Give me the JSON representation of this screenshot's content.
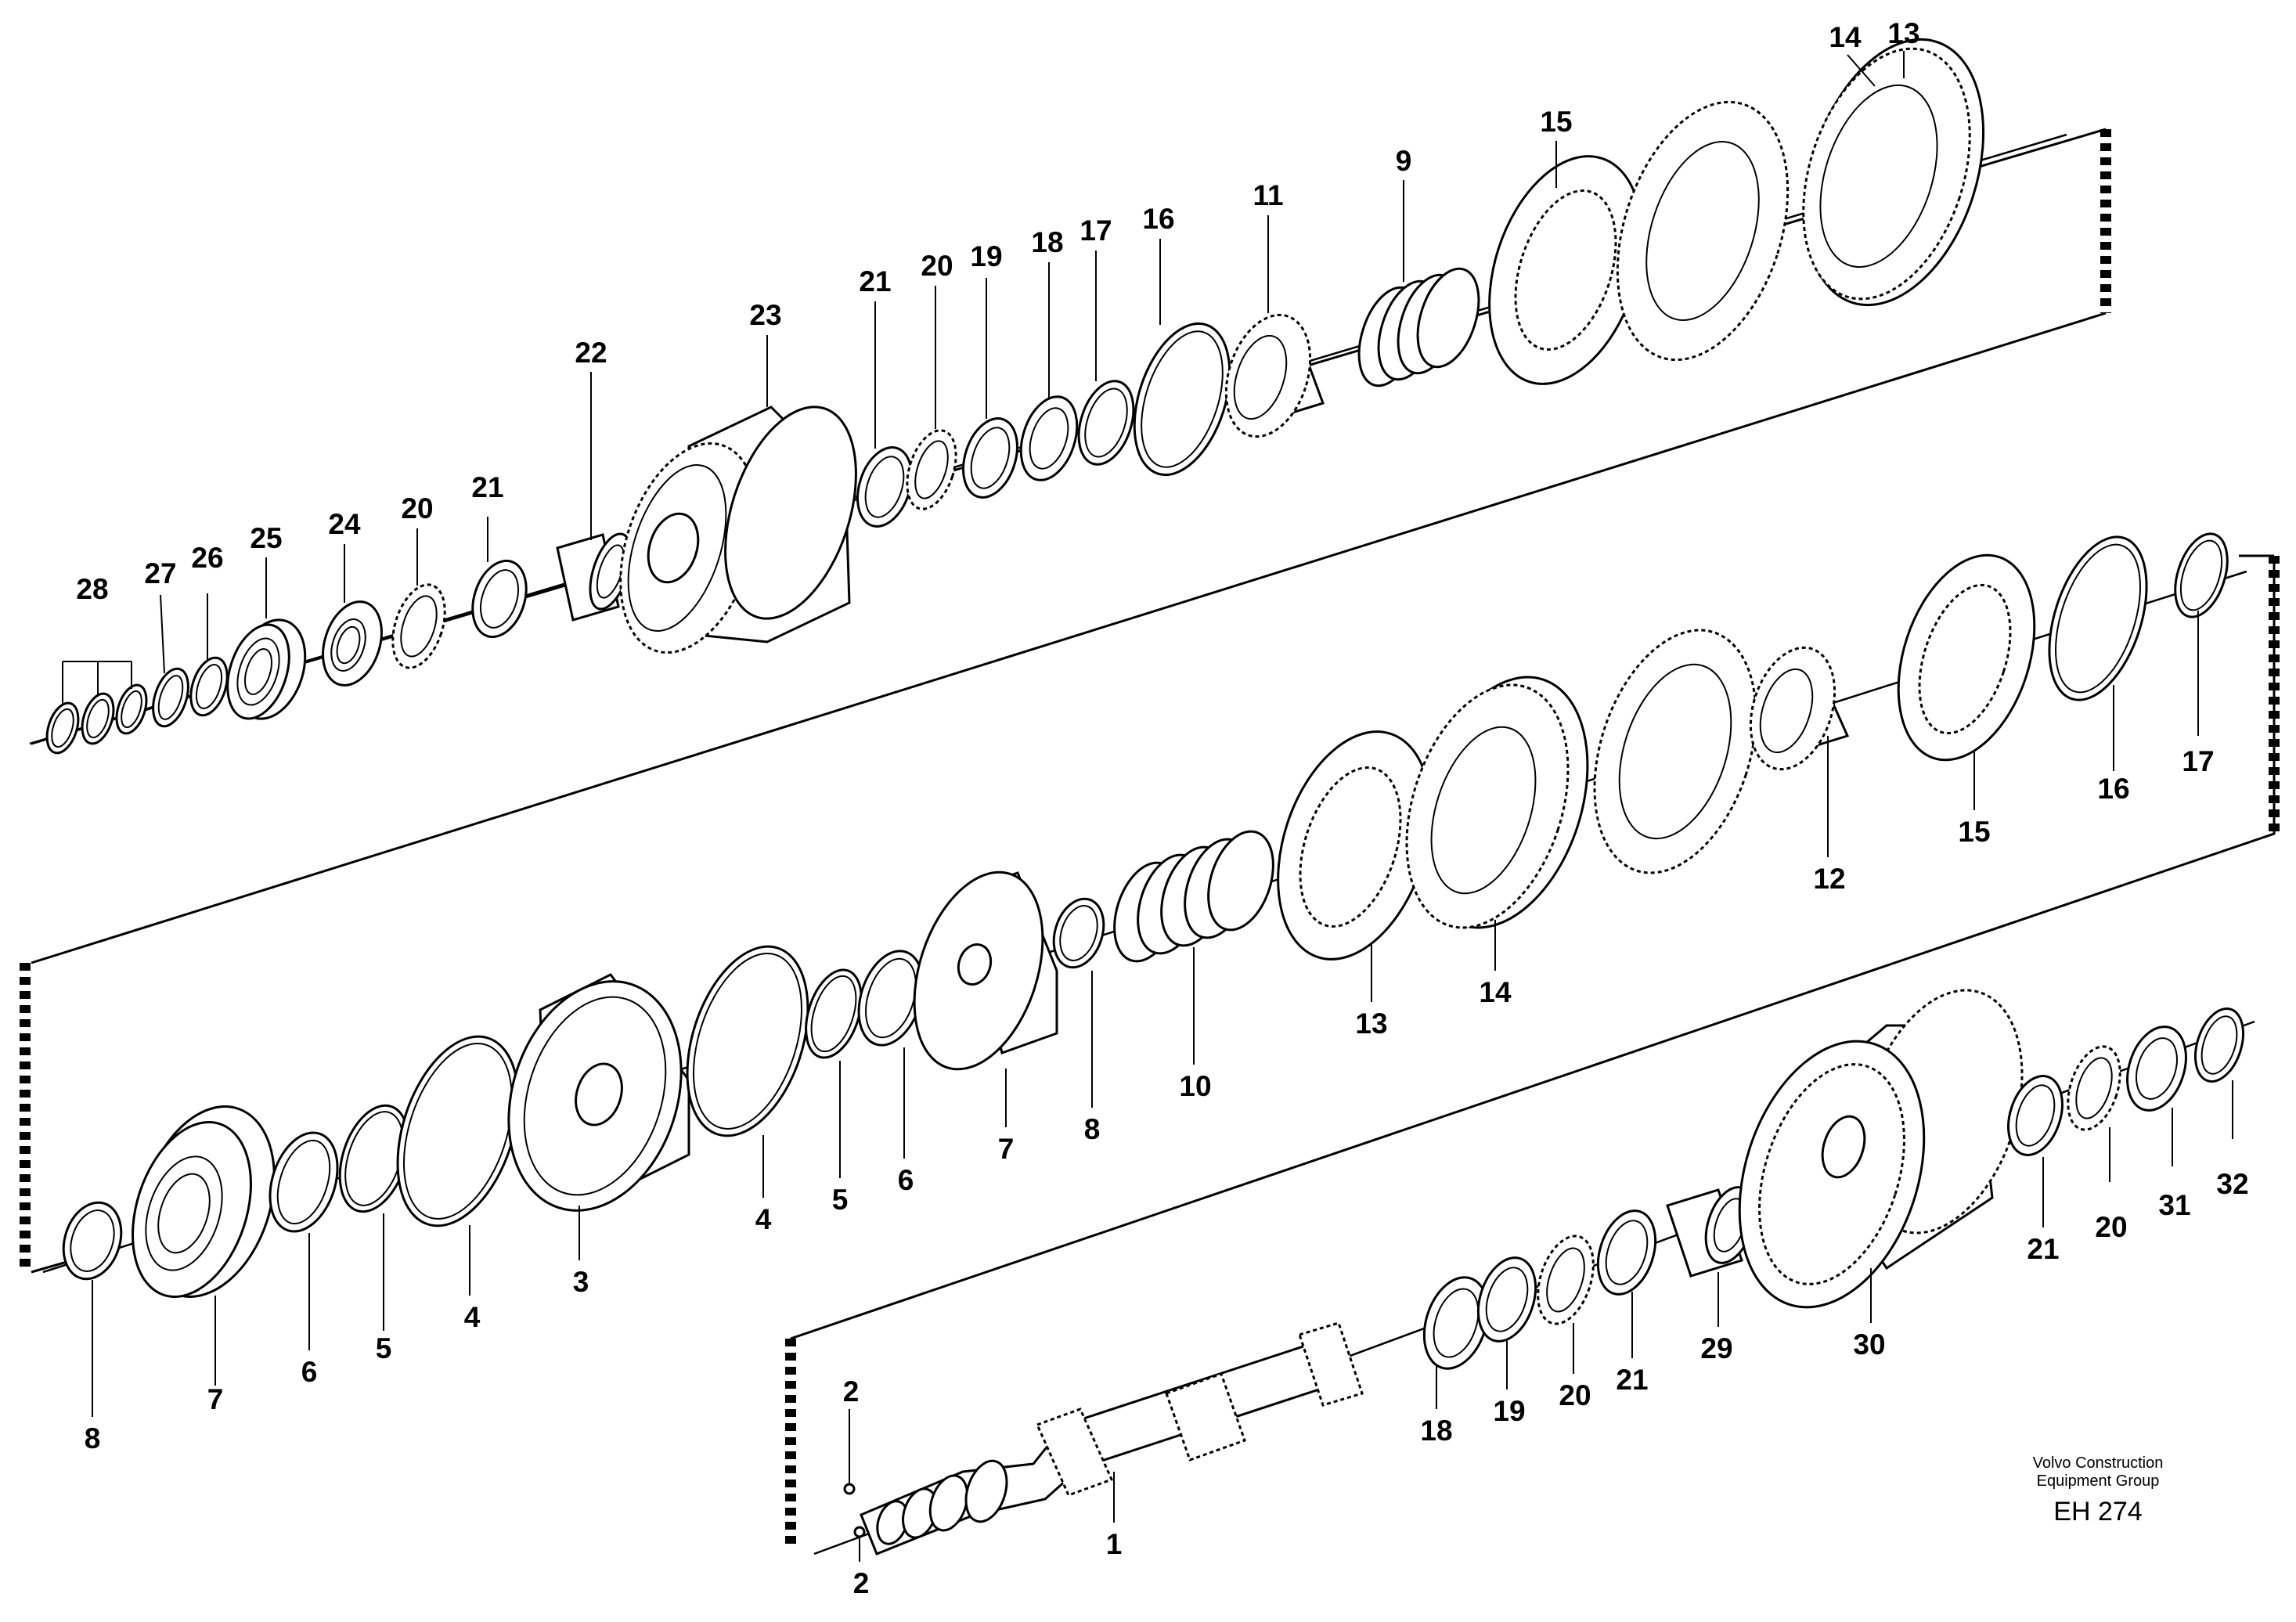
{
  "diagram": {
    "company_line1": "Volvo Construction",
    "company_line2": "Equipment Group",
    "drawing_code": "EH 274"
  },
  "callouts": [
    {
      "id": "c28",
      "text": "28"
    },
    {
      "id": "c27",
      "text": "27"
    },
    {
      "id": "c26",
      "text": "26"
    },
    {
      "id": "c25",
      "text": "25"
    },
    {
      "id": "c24",
      "text": "24"
    },
    {
      "id": "c20a",
      "text": "20"
    },
    {
      "id": "c21a",
      "text": "21"
    },
    {
      "id": "c22",
      "text": "22"
    },
    {
      "id": "c23",
      "text": "23"
    },
    {
      "id": "c21b",
      "text": "21"
    },
    {
      "id": "c20b",
      "text": "20"
    },
    {
      "id": "c19a",
      "text": "19"
    },
    {
      "id": "c18a",
      "text": "18"
    },
    {
      "id": "c17a",
      "text": "17"
    },
    {
      "id": "c16a",
      "text": "16"
    },
    {
      "id": "c11",
      "text": "11"
    },
    {
      "id": "c9",
      "text": "9"
    },
    {
      "id": "c15a",
      "text": "15"
    },
    {
      "id": "c14a",
      "text": "14"
    },
    {
      "id": "c13a",
      "text": "13"
    },
    {
      "id": "c8a",
      "text": "8"
    },
    {
      "id": "c7a",
      "text": "7"
    },
    {
      "id": "c6a",
      "text": "6"
    },
    {
      "id": "c5a",
      "text": "5"
    },
    {
      "id": "c4a",
      "text": "4"
    },
    {
      "id": "c3",
      "text": "3"
    },
    {
      "id": "c4b",
      "text": "4"
    },
    {
      "id": "c5b",
      "text": "5"
    },
    {
      "id": "c6b",
      "text": "6"
    },
    {
      "id": "c7b",
      "text": "7"
    },
    {
      "id": "c8b",
      "text": "8"
    },
    {
      "id": "c10",
      "text": "10"
    },
    {
      "id": "c13b",
      "text": "13"
    },
    {
      "id": "c14b",
      "text": "14"
    },
    {
      "id": "c12",
      "text": "12"
    },
    {
      "id": "c15b",
      "text": "15"
    },
    {
      "id": "c16b",
      "text": "16"
    },
    {
      "id": "c17b",
      "text": "17"
    },
    {
      "id": "c2a",
      "text": "2"
    },
    {
      "id": "c2b",
      "text": "2"
    },
    {
      "id": "c1",
      "text": "1"
    },
    {
      "id": "c18b",
      "text": "18"
    },
    {
      "id": "c19b",
      "text": "19"
    },
    {
      "id": "c20c",
      "text": "20"
    },
    {
      "id": "c21c",
      "text": "21"
    },
    {
      "id": "c29",
      "text": "29"
    },
    {
      "id": "c30",
      "text": "30"
    },
    {
      "id": "c21d",
      "text": "21"
    },
    {
      "id": "c20d",
      "text": "20"
    },
    {
      "id": "c31",
      "text": "31"
    },
    {
      "id": "c32",
      "text": "32"
    }
  ]
}
